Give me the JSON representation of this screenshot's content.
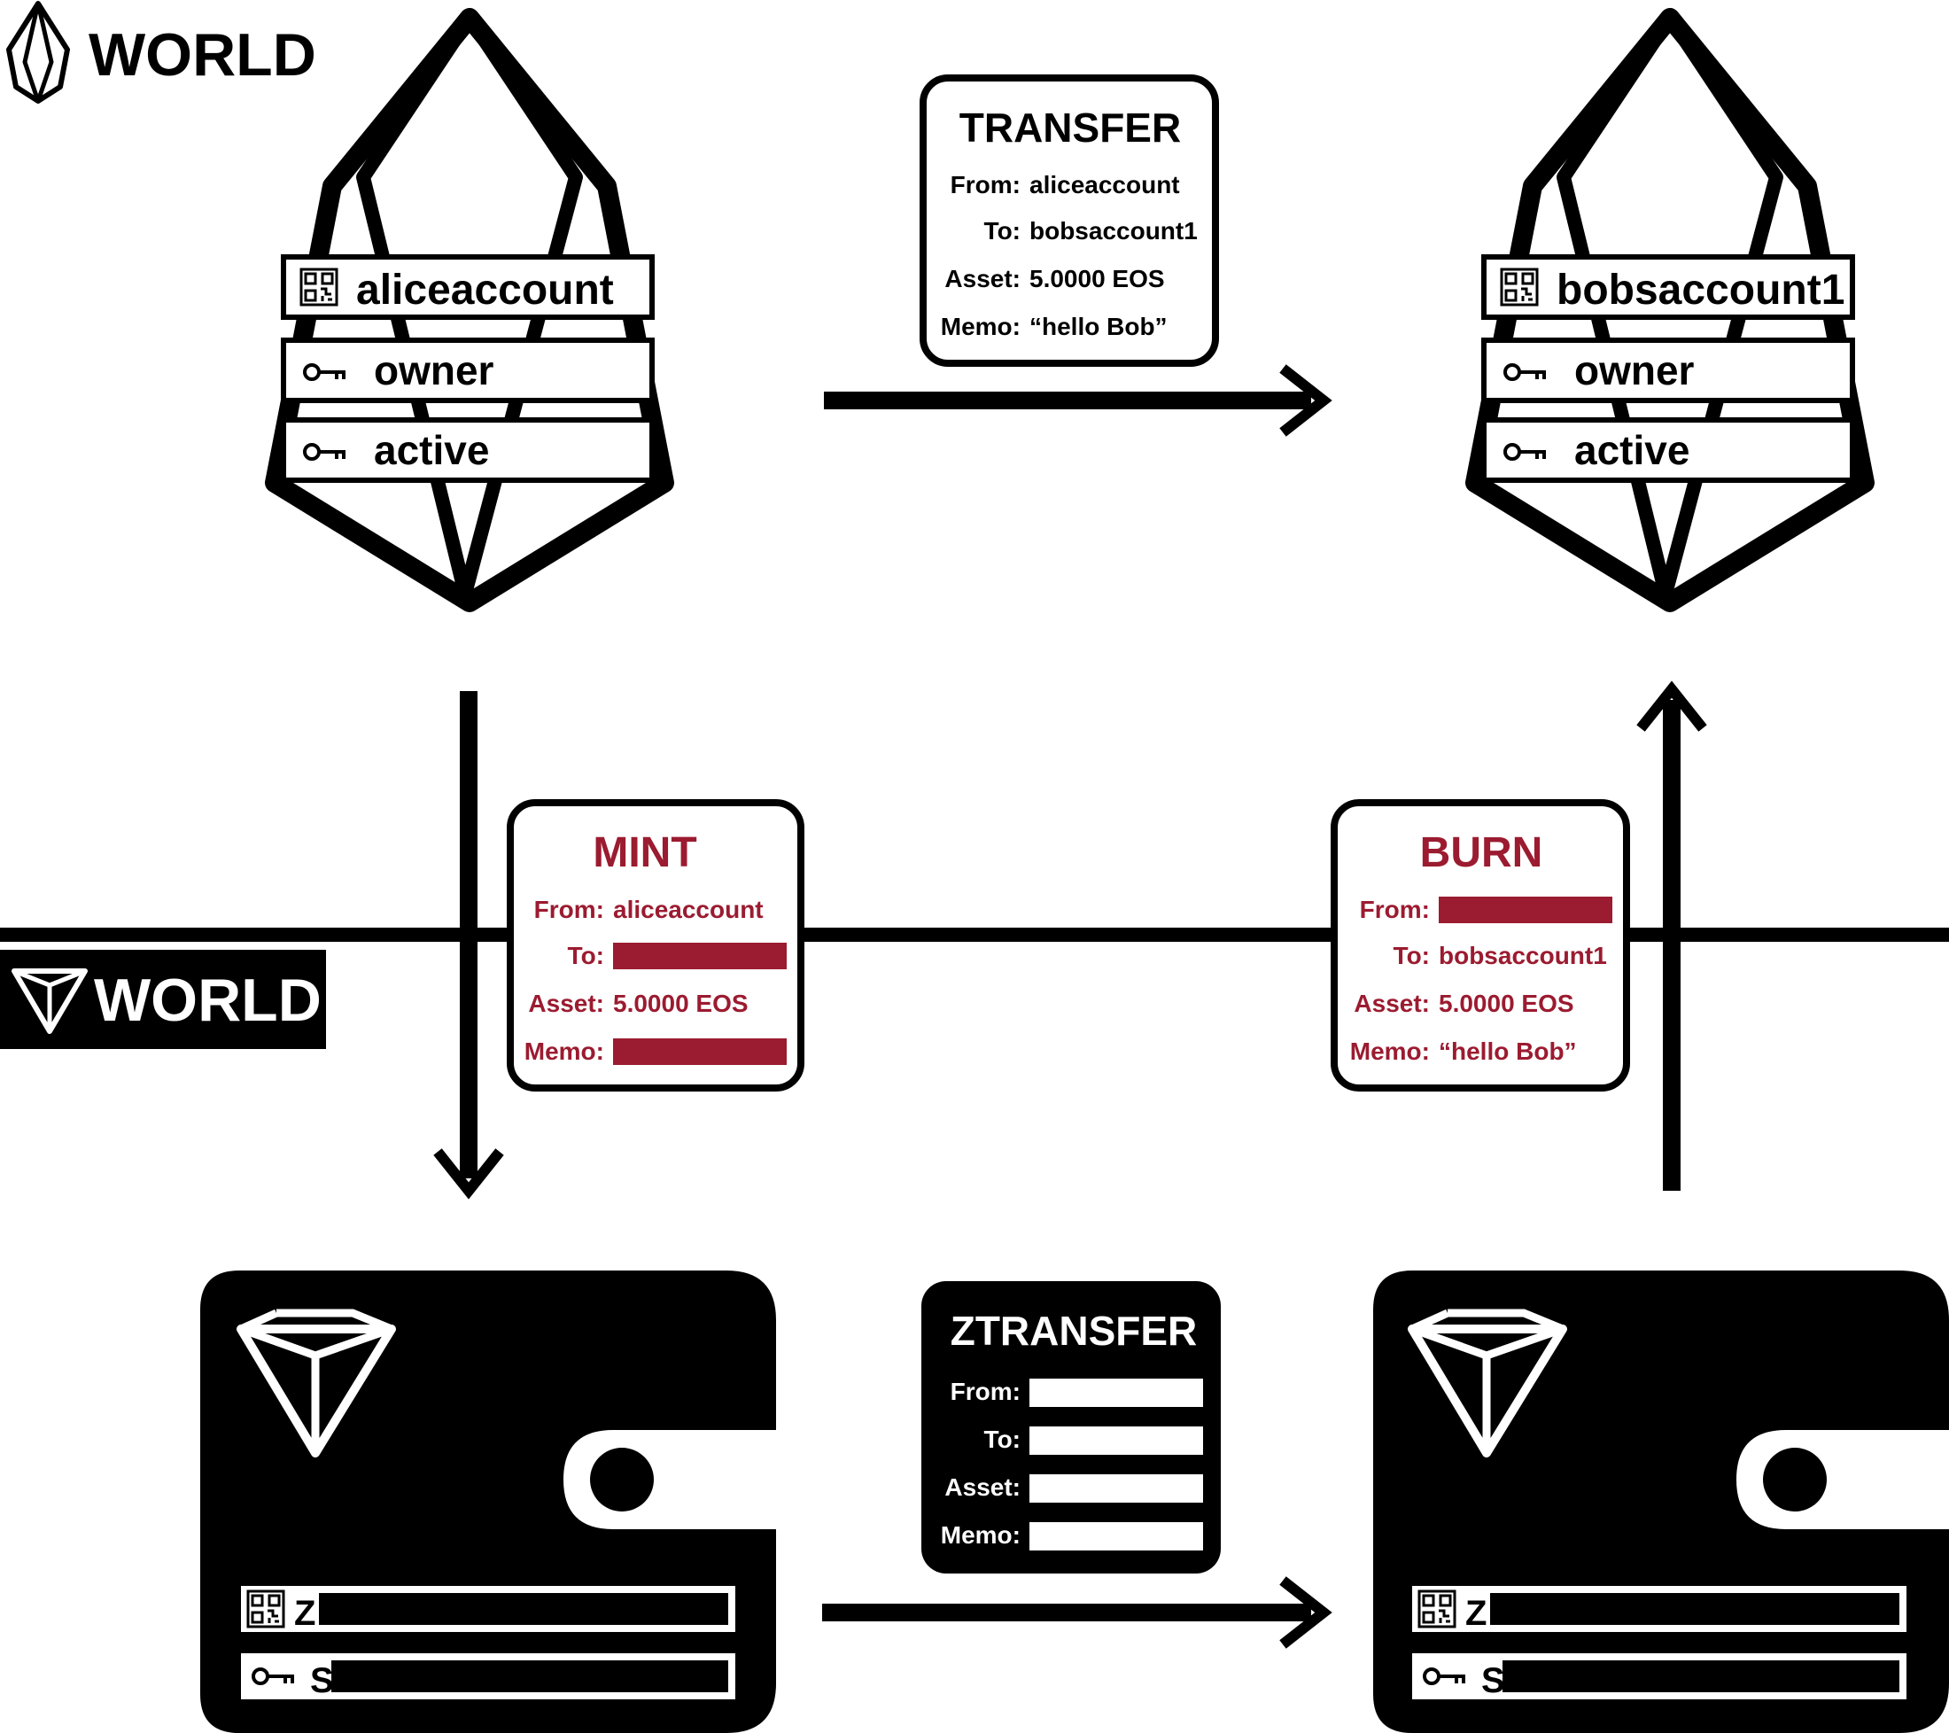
{
  "colors": {
    "accent": "#9b1b30",
    "ink": "#000000",
    "paper": "#ffffff"
  },
  "top_logo": {
    "label": "WORLD",
    "icon": "eos-icon"
  },
  "mid_logo": {
    "label": "WORLD",
    "icon": "gem-icon"
  },
  "alice": {
    "account": "aliceaccount",
    "owner": "owner",
    "active": "active"
  },
  "bob": {
    "account": "bobsaccount1",
    "owner": "owner",
    "active": "active"
  },
  "transfer": {
    "title": "TRANSFER",
    "from_label": "From:",
    "from_value": "aliceaccount",
    "to_label": "To:",
    "to_value": "bobsaccount1",
    "asset_label": "Asset:",
    "asset_value": "5.0000 EOS",
    "memo_label": "Memo:",
    "memo_value": "“hello Bob”"
  },
  "mint": {
    "title": "MINT",
    "from_label": "From:",
    "from_value": "aliceaccount",
    "to_label": "To:",
    "asset_label": "Asset:",
    "asset_value": "5.0000 EOS",
    "memo_label": "Memo:"
  },
  "burn": {
    "title": "BURN",
    "from_label": "From:",
    "to_label": "To:",
    "to_value": "bobsaccount1",
    "asset_label": "Asset:",
    "asset_value": "5.0000 EOS",
    "memo_label": "Memo:",
    "memo_value": "“hello Bob”"
  },
  "ztransfer": {
    "title": "ZTRANSFER",
    "from_label": "From:",
    "to_label": "To:",
    "asset_label": "Asset:",
    "memo_label": "Memo:"
  },
  "wallet_left": {
    "z_label": "Z",
    "s_label": "S"
  },
  "wallet_right": {
    "z_label": "Z",
    "s_label": "S"
  }
}
